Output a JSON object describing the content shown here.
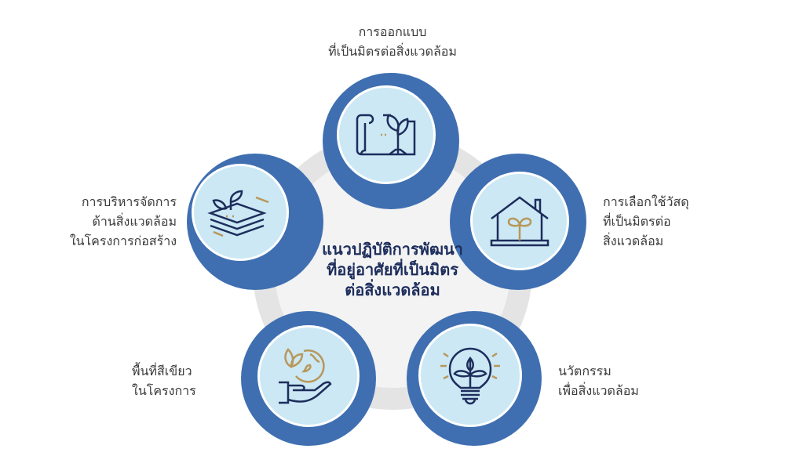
{
  "center": {
    "lines": [
      "แนวปฏิบัติการพัฒนา",
      "ที่อยู่อาศัยที่เป็นมิตร",
      "ต่อสิ่งแวดล้อม"
    ]
  },
  "items": [
    {
      "icon": "blueprint-plant-icon",
      "lines": [
        "การออกแบบ",
        "ที่เป็นมิตรต่อสิ่งแวดล้อม"
      ]
    },
    {
      "icon": "house-sprout-icon",
      "lines": [
        "การเลือกใช้วัสดุ",
        "ที่เป็นมิตรต่อ",
        "สิ่งแวดล้อม"
      ]
    },
    {
      "icon": "lightbulb-plant-icon",
      "lines": [
        "นวัตกรรม",
        "เพื่อสิ่งแวดล้อม"
      ]
    },
    {
      "icon": "hand-globe-icon",
      "lines": [
        "พื้นที่สีเขียว",
        "ในโครงการ"
      ]
    },
    {
      "icon": "layers-sprout-icon",
      "lines": [
        "การบริหารจัดการ",
        "ด้านสิ่งแวดล้อม",
        "ในโครงการก่อสร้าง"
      ]
    }
  ],
  "colors": {
    "ring": "#3f6fb1",
    "icon_bg": "#cbe8f4",
    "navy": "#1d2d5c",
    "gold": "#b8975a",
    "hub_outer": "#e4e4e4",
    "hub_inner": "#f3f3f3"
  }
}
